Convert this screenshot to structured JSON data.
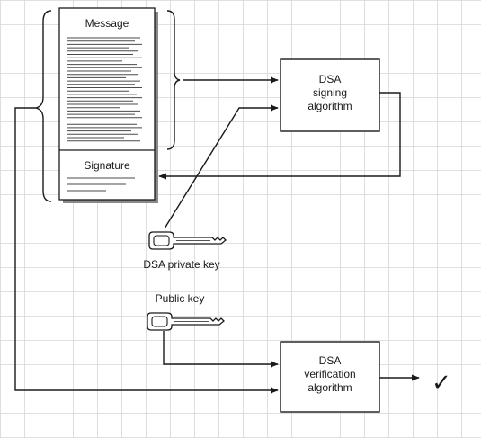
{
  "document": {
    "title": "Message",
    "signature_label": "Signature"
  },
  "signing_box": {
    "lines": [
      "DSA",
      "signing",
      "algorithm"
    ]
  },
  "verification_box": {
    "lines": [
      "DSA",
      "verification",
      "algorithm"
    ]
  },
  "private_key": {
    "label": "DSA private key"
  },
  "public_key": {
    "label": "Public key"
  },
  "result": {
    "glyph": "✓"
  },
  "colors": {
    "grid": "#d6d6d6",
    "ink": "#1a1a1a",
    "paper_shadow": "#8a8a8a"
  }
}
